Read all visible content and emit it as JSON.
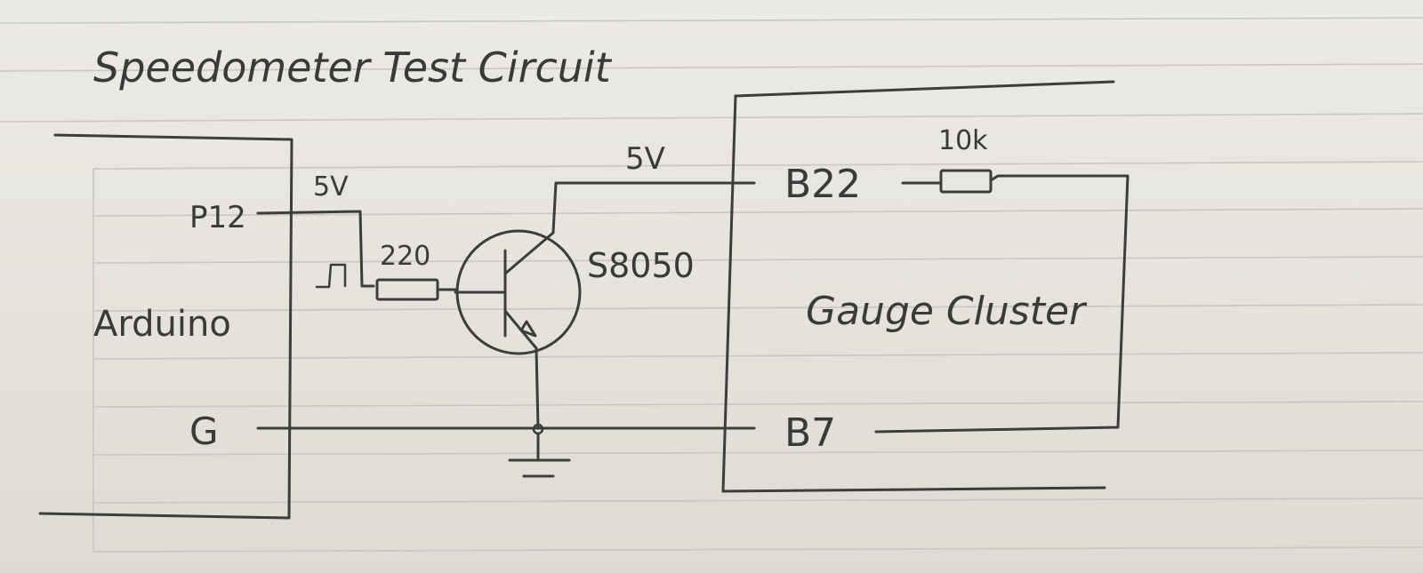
{
  "title": "Speedometer Test Circuit",
  "arduino": {
    "name": "Arduino",
    "pin_signal": "P12",
    "pin_ground": "G"
  },
  "signal": {
    "voltage": "5V"
  },
  "resistor_base": {
    "value": "220"
  },
  "transistor": {
    "part": "S8050"
  },
  "supply": {
    "voltage": "5V"
  },
  "gauge_cluster": {
    "name": "Gauge Cluster",
    "pin_input": "B22",
    "pin_ground": "B7"
  },
  "resistor_pullup": {
    "value": "10k"
  },
  "colors": {
    "paper": "#e9e7e2",
    "ink": "#3d3d3d",
    "rule_line": "#c9c7c1"
  }
}
